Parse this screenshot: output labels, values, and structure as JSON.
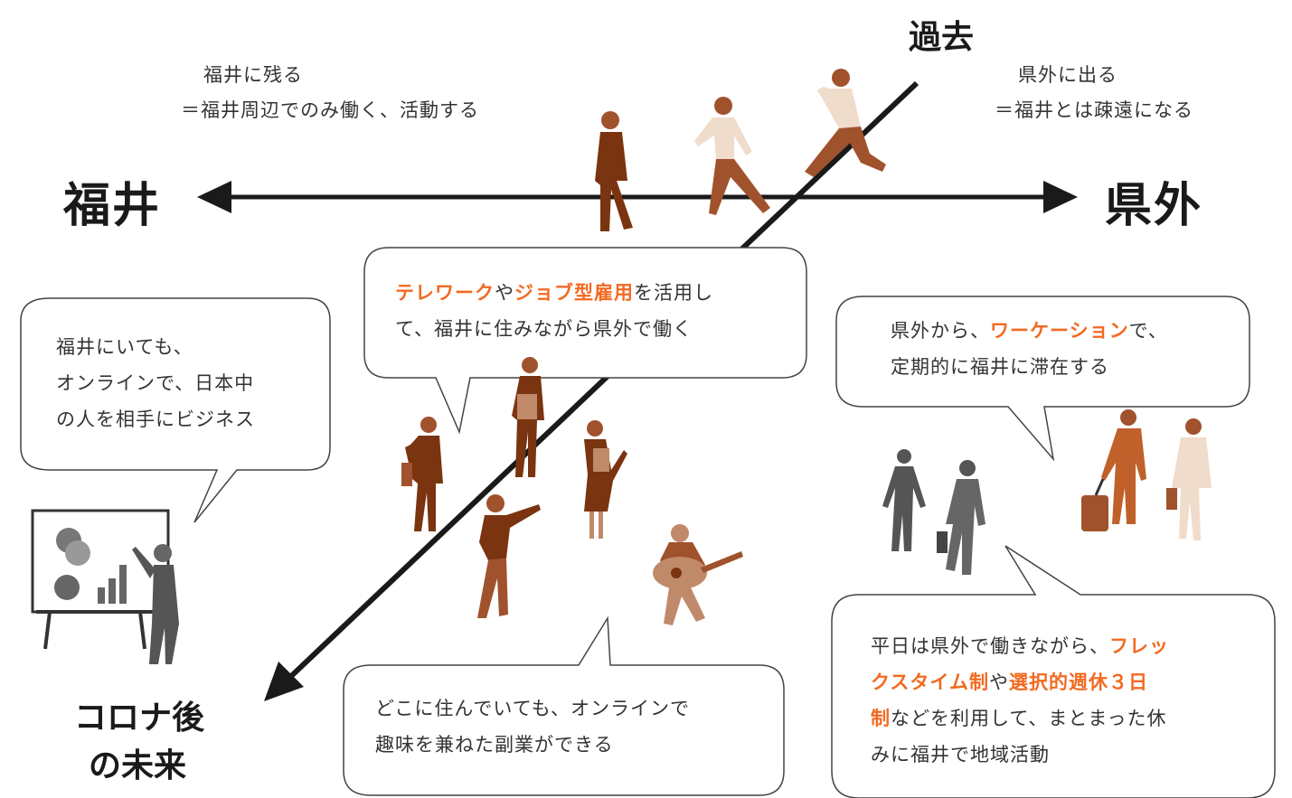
{
  "axis": {
    "left_label": "福井",
    "right_label": "県外",
    "top_label": "過去",
    "bottom_label_line1": "コロナ後",
    "bottom_label_line2": "の未来"
  },
  "notes": {
    "left_line1": "福井に残る",
    "left_line2": "＝福井周辺でのみ働く、活動する",
    "right_line1": "県外に出る",
    "right_line2": "＝福井とは疎遠になる"
  },
  "bubbles": {
    "b1": {
      "line1": "福井にいても、",
      "line2": "オンラインで、日本中",
      "line3": "の人を相手にビジネス"
    },
    "b2": {
      "hl1": "テレワーク",
      "t1": "や",
      "hl2": "ジョブ型雇用",
      "t2": "を活用し",
      "line2": "て、福井に住みながら県外で働く"
    },
    "b3": {
      "t1": "県外から、",
      "hl1": "ワーケーション",
      "t2": "で、",
      "line2": "定期的に福井に滞在する"
    },
    "b4": {
      "line1": "どこに住んでいても、オンラインで",
      "line2": "趣味を兼ねた副業ができる"
    },
    "b5": {
      "t1": "平日は県外で働きながら、",
      "hl1": "フレッ",
      "hl2": "クスタイム制",
      "t2": "や",
      "hl3": "選択的週休３日",
      "hl4": "制",
      "t3": "などを利用して、まとまった休",
      "line4": "みに福井で地域活動"
    }
  },
  "colors": {
    "accent": "#f26a21",
    "axis": "#1a1a1a",
    "person_dark": "#7a3410",
    "person_mid": "#a0522d",
    "person_light": "#f0dccb",
    "person_gray": "#555555"
  }
}
